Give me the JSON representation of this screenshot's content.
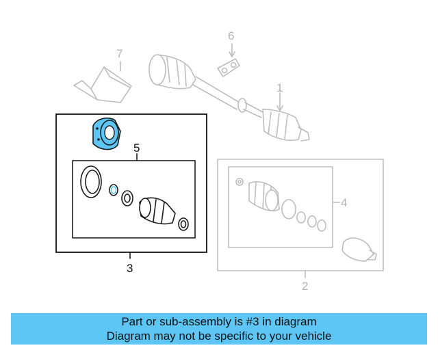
{
  "callouts": {
    "n1": "1",
    "n2": "2",
    "n3": "3",
    "n4": "4",
    "n5": "5",
    "n6": "6",
    "n7": "7"
  },
  "highlight_color": "#5ec6f5",
  "banner": {
    "line1": "Part or sub-assembly is #3 in diagram",
    "line2": "Diagram may not be specific to your vehicle"
  }
}
